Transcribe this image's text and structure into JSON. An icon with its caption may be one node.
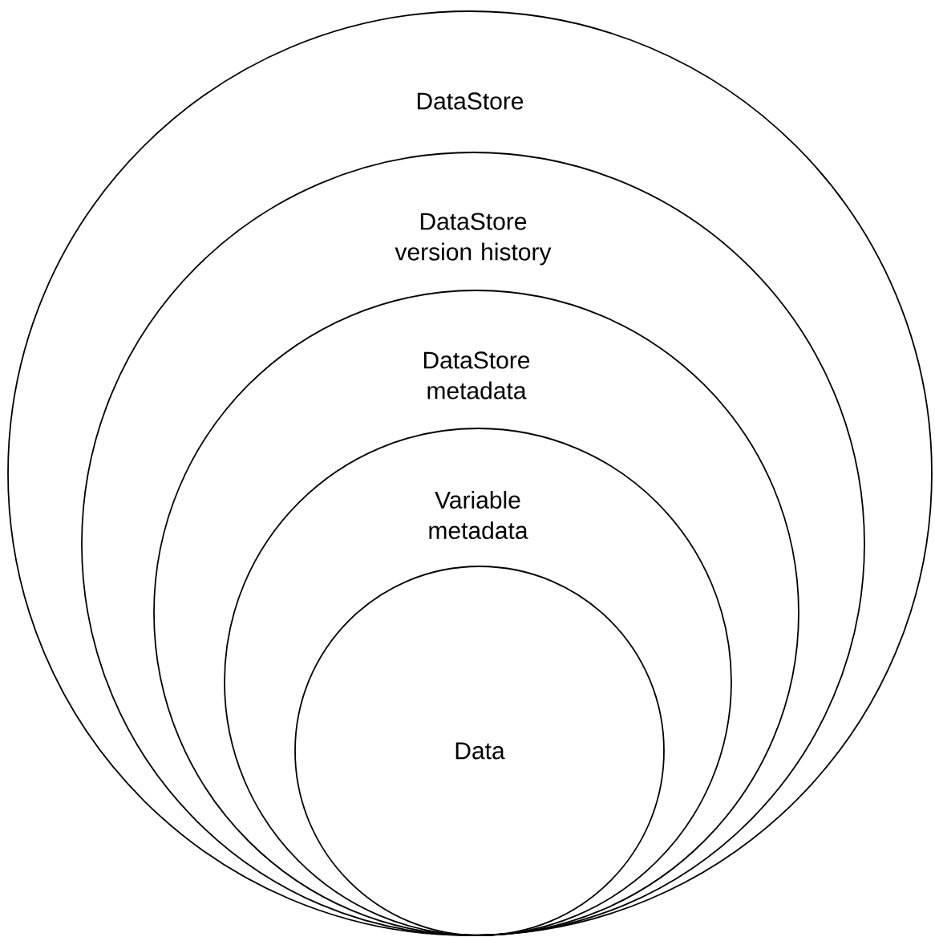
{
  "diagram": {
    "nodes": [
      {
        "text": [
          "DataStore"
        ]
      },
      {
        "text": [
          "DataStore version history"
        ],
        "in": 0
      },
      {
        "text": [
          "DataStore metadata"
        ],
        "in": 1
      },
      {
        "text": [
          "Variable metadata"
        ],
        "in": 2
      },
      {
        "text": [
          "Data"
        ],
        "in": 3
      }
    ]
  }
}
